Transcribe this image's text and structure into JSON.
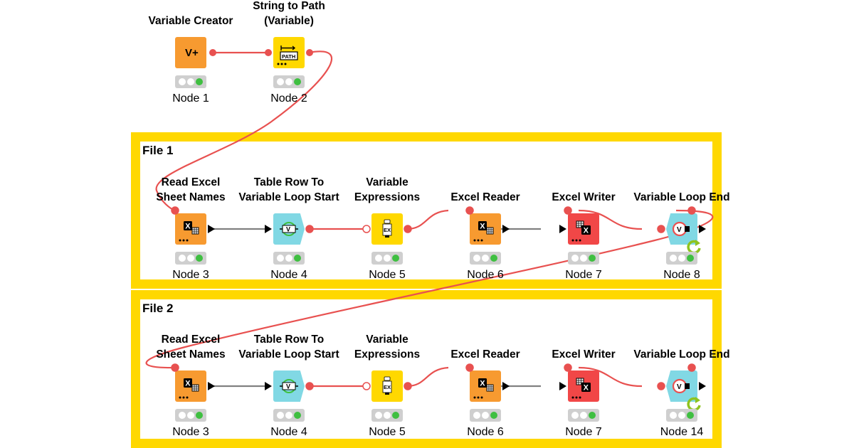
{
  "colors": {
    "annotation_border": "#ffd800",
    "variable_connection": "#e85150",
    "data_connection": "#808080",
    "source_node": "#f79a30",
    "manipulator_node": "#ffd800",
    "loop_node": "#81d8e4",
    "sink_node": "#f14747",
    "status_green": "#3fbf41",
    "status_idle": "#ffffff"
  },
  "annotations": [
    {
      "label": "File 1"
    },
    {
      "label": "File 2"
    }
  ],
  "nodes": [
    {
      "id": "n1",
      "title": "Variable Creator",
      "label": "Node 1",
      "type": "source",
      "icon": "variable-creator-icon"
    },
    {
      "id": "n2",
      "title": "String to Path\n(Variable)",
      "label": "Node 2",
      "type": "manipulator",
      "icon": "path-icon"
    },
    {
      "id": "a3",
      "title": "Read Excel\nSheet Names",
      "label": "Node 3",
      "type": "source",
      "icon": "excel-icon"
    },
    {
      "id": "a4",
      "title": "Table Row To\nVariable Loop Start",
      "label": "Node 4",
      "type": "loop",
      "icon": "loop-start-icon"
    },
    {
      "id": "a5",
      "title": "Variable\nExpressions",
      "label": "Node 5",
      "type": "manipulator",
      "icon": "expression-icon"
    },
    {
      "id": "a6",
      "title": "Excel Reader",
      "label": "Node 6",
      "type": "source",
      "icon": "excel-icon"
    },
    {
      "id": "a7",
      "title": "Excel Writer",
      "label": "Node 7",
      "type": "sink",
      "icon": "excel-writer-icon"
    },
    {
      "id": "a8",
      "title": "Variable Loop End",
      "label": "Node 8",
      "type": "loop",
      "icon": "loop-end-icon"
    },
    {
      "id": "b3",
      "title": "Read Excel\nSheet Names",
      "label": "Node 3",
      "type": "source",
      "icon": "excel-icon"
    },
    {
      "id": "b4",
      "title": "Table Row To\nVariable Loop Start",
      "label": "Node 4",
      "type": "loop",
      "icon": "loop-start-icon"
    },
    {
      "id": "b5",
      "title": "Variable\nExpressions",
      "label": "Node 5",
      "type": "manipulator",
      "icon": "expression-icon"
    },
    {
      "id": "b6",
      "title": "Excel Reader",
      "label": "Node 6",
      "type": "source",
      "icon": "excel-icon"
    },
    {
      "id": "b7",
      "title": "Excel Writer",
      "label": "Node 7",
      "type": "sink",
      "icon": "excel-writer-icon"
    },
    {
      "id": "b8",
      "title": "Variable Loop End",
      "label": "Node 14",
      "type": "loop",
      "icon": "loop-end-icon"
    }
  ],
  "icon_text": {
    "variable_creator": "V+",
    "path": "PATH",
    "excel": "X",
    "loop": "V",
    "expression": "EX"
  }
}
